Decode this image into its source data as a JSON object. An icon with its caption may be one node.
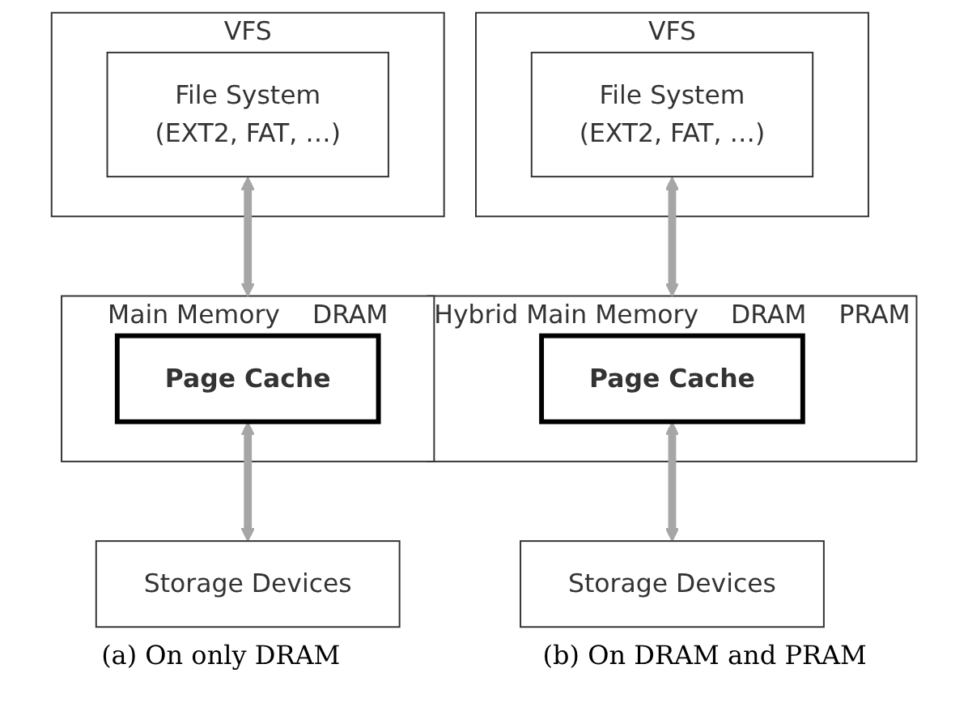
{
  "diagram": {
    "nodes": [
      {
        "text": [
          "VFS"
        ]
      },
      {
        "text": [
          "File System",
          "(EXT2, FAT, …)"
        ],
        "in": 0
      },
      {
        "text": [
          "Main Memory",
          "DRAM"
        ]
      },
      {
        "text": [
          "Page Cache"
        ],
        "in": 2
      },
      {
        "text": [
          "Storage Devices"
        ]
      },
      {
        "text": [
          "VFS"
        ]
      },
      {
        "text": [
          "File System",
          "(EXT2, FAT, …)"
        ],
        "in": 5
      },
      {
        "text": [
          "Hybrid Main Memory",
          "DRAM",
          "PRAM"
        ]
      },
      {
        "text": [
          "Page Cache"
        ],
        "in": 7
      },
      {
        "text": [
          "Storage Devices"
        ]
      }
    ],
    "edges": [
      {
        "from": 1,
        "to": 2,
        "arrow": "both"
      },
      {
        "from": 3,
        "to": 4,
        "arrow": "both"
      },
      {
        "from": 6,
        "to": 7,
        "arrow": "both"
      },
      {
        "from": 8,
        "to": 9,
        "arrow": "both"
      }
    ],
    "labels": [
      "(a) On only DRAM",
      "(b) On DRAM and PRAM"
    ]
  }
}
